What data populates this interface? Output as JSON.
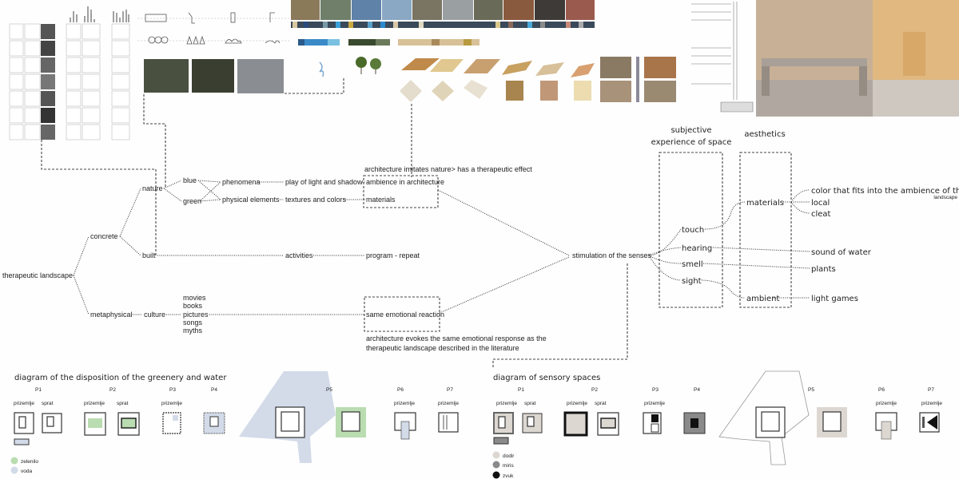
{
  "colors": {
    "zelenilo": "#b9dcb0",
    "voda": "#d3dbe9",
    "dodir": "#ddd7d2",
    "miris": "#8a8a8a",
    "zvuk": "#111111"
  },
  "tree": {
    "root": "therapeutic landscape",
    "concrete": "concrete",
    "metaphysical": "metaphysical",
    "nature": "nature",
    "built": "built",
    "culture": "culture",
    "blue": "blue",
    "green": "green",
    "phenomena": "phenomena",
    "physical_elements": "physical elements",
    "play_of_light": "play of light and shadow",
    "textures": "textures and colors",
    "activities": "activities",
    "program": "program - repeat",
    "culture_items": [
      "movies",
      "books",
      "pictures",
      "songs",
      "myths"
    ],
    "imitates": "architecture imitates nature> has a therapeutic effect",
    "ambience": "ambience in architecture",
    "materials": "materials",
    "same_reaction": "same emotional reaction",
    "evokes_1": "architecture evokes the same emotional response as the",
    "evokes_2": "therapeutic landscape described in the literature",
    "stimulation": "stimulation of the senses"
  },
  "senses": {
    "subjective_1": "subjective",
    "subjective_2": "experience of space",
    "aesthetics": "aesthetics",
    "touch": "touch",
    "hearing": "hearing",
    "smell": "smell",
    "sight": "sight",
    "materials": "materials",
    "ambient": "ambient",
    "color_fits": "color that fits into the ambience of the",
    "landscape": "landscape",
    "local": "local",
    "cleat": "cleat",
    "sound_of_water": "sound of water",
    "plants": "plants",
    "light_games": "light games"
  },
  "greenery_diagram": {
    "title": "diagram of the disposition of the greenery and water",
    "p": [
      "P1",
      "P2",
      "P3",
      "P4",
      "P5",
      "P6",
      "P7"
    ],
    "prizemlje": "prizemlje",
    "sprat": "sprat",
    "legend": [
      "zelenilo",
      "voda"
    ]
  },
  "sensory_diagram": {
    "title": "diagram of sensory spaces",
    "p": [
      "P1",
      "P2",
      "P3",
      "P4",
      "P5",
      "P6",
      "P7"
    ],
    "prizemlje": "prizemlje",
    "sprat": "sprat",
    "legend": [
      "dodir",
      "miris",
      "zvuk"
    ]
  }
}
